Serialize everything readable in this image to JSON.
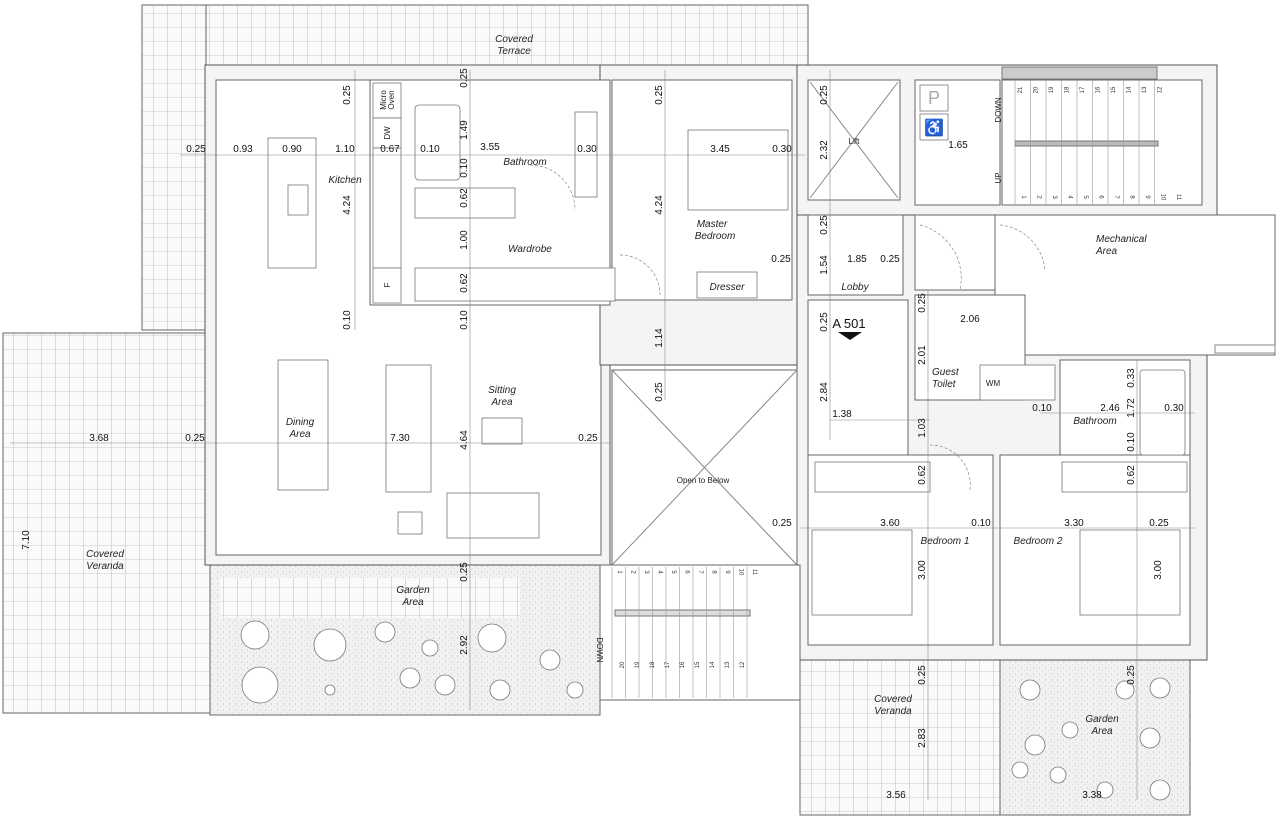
{
  "title": "Floor Plan",
  "rooms": {
    "covered_terrace": [
      "Covered",
      "Terrace"
    ],
    "kitchen": "Kitchen",
    "bathroom_master": "Bathroom",
    "wardrobe": "Wardrobe",
    "master_bedroom": [
      "Master",
      "Bedroom"
    ],
    "dresser": "Dresser",
    "lift": "Lift",
    "lobby": "Lobby",
    "mechanical_area": [
      "Mechanical",
      "Area"
    ],
    "guest_toilet": [
      "Guest",
      "Toilet"
    ],
    "bathroom_2": "Bathroom",
    "dining_area": [
      "Dining",
      "Area"
    ],
    "sitting_area": [
      "Sitting",
      "Area"
    ],
    "open_to_below": "Open to Below",
    "bedroom_1": "Bedroom 1",
    "bedroom_2": "Bedroom 2",
    "covered_veranda_left": [
      "Covered",
      "Veranda"
    ],
    "garden_area_left": [
      "Garden",
      "Area"
    ],
    "covered_veranda_right": [
      "Covered",
      "Veranda"
    ],
    "garden_area_right": [
      "Garden",
      "Area"
    ]
  },
  "fixtures": {
    "micro_oven": [
      "Micro",
      "Oven"
    ],
    "dishwasher": "DW",
    "fridge": "F",
    "washing_machine": "WM",
    "stair_down": "DOWN",
    "stair_up": "UP",
    "parking_sign": "P",
    "section_marker": "A 501"
  },
  "stairs_upper": [
    "21",
    "20",
    "19",
    "18",
    "17",
    "16",
    "15",
    "14",
    "13",
    "12",
    "1",
    "2",
    "3",
    "4",
    "5",
    "6",
    "7",
    "8",
    "9",
    "10",
    "11"
  ],
  "stairs_lower": [
    "1",
    "2",
    "3",
    "4",
    "5",
    "6",
    "7",
    "8",
    "9",
    "10",
    "11",
    "20",
    "19",
    "18",
    "17",
    "16",
    "15",
    "14",
    "13",
    "12"
  ],
  "dimensions": {
    "h": [
      "0.25",
      "0.93",
      "0.90",
      "1.10",
      "0.67",
      "0.10",
      "3.55",
      "0.30",
      "3.45",
      "0.30",
      "1.65",
      "1.85",
      "0.25",
      "0.25",
      "2.06",
      "1.38",
      "0.10",
      "2.46",
      "0.30",
      "3.68",
      "0.25",
      "7.30",
      "0.25",
      "0.25",
      "3.60",
      "0.10",
      "3.30",
      "0.25",
      "3.56",
      "3.38"
    ],
    "v": [
      "0.25",
      "4.24",
      "0.10",
      "0.25",
      "1.49",
      "0.10",
      "0.62",
      "1.00",
      "0.62",
      "0.10",
      "0.25",
      "4.24",
      "1.14",
      "0.25",
      "4.64",
      "0.25",
      "2.32",
      "0.25",
      "1.54",
      "0.25",
      "2.84",
      "0.25",
      "2.01",
      "1.03",
      "0.62",
      "0.33",
      "1.72",
      "0.10",
      "0.62",
      "3.00",
      "3.00",
      "0.25",
      "2.92",
      "0.25",
      "2.83",
      "0.25",
      "7.10"
    ]
  }
}
